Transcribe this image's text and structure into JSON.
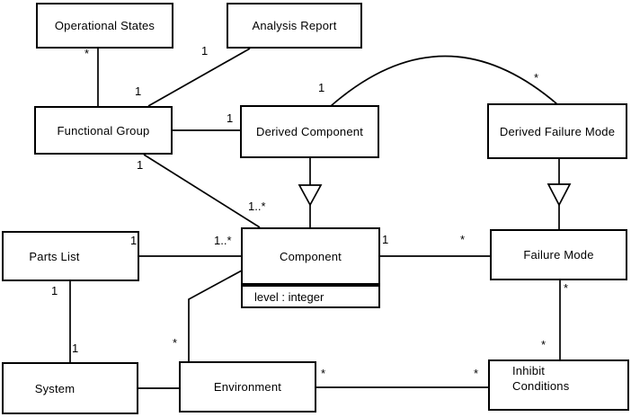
{
  "diagram": {
    "type": "uml-class-diagram",
    "colors": {
      "background": "#ffffff",
      "line": "#000000",
      "text": "#000000"
    },
    "classes": [
      {
        "name": "Operational States",
        "attributes": []
      },
      {
        "name": "Analysis Report",
        "attributes": []
      },
      {
        "name": "Functional Group",
        "attributes": []
      },
      {
        "name": "Derived Component",
        "attributes": []
      },
      {
        "name": "Derived Failure Mode",
        "attributes": []
      },
      {
        "name": "Component",
        "attributes": [
          "level : integer"
        ]
      },
      {
        "name": "Failure Mode",
        "attributes": []
      },
      {
        "name": "Parts List",
        "attributes": []
      },
      {
        "name": "System",
        "attributes": []
      },
      {
        "name": "Environment",
        "attributes": []
      },
      {
        "name": "Inhibit Conditions",
        "attributes": []
      }
    ],
    "associations": [
      {
        "from": "Operational States",
        "to": "Functional Group",
        "from_mult": "*"
      },
      {
        "from": "Analysis Report",
        "to": "Functional Group",
        "from_mult": "1",
        "to_mult": "1"
      },
      {
        "from": "Functional Group",
        "to": "Derived Component",
        "to_mult": "1"
      },
      {
        "from": "Derived Component",
        "to": "Derived Failure Mode",
        "from_mult": "1",
        "to_mult": "*",
        "shape": "arc"
      },
      {
        "from": "Functional Group",
        "to": "Component",
        "from_mult": "1",
        "to_mult": "1..*"
      },
      {
        "from": "Parts List",
        "to": "Component",
        "from_mult": "1",
        "to_mult": "1..*"
      },
      {
        "from": "Component",
        "to": "Failure Mode",
        "from_mult": "1",
        "to_mult": "*"
      },
      {
        "from": "Parts List",
        "to": "System",
        "from_mult": "1",
        "to_mult": "1"
      },
      {
        "from": "System",
        "to": "Environment"
      },
      {
        "from": "Component",
        "to": "Environment",
        "to_mult": "*"
      },
      {
        "from": "Environment",
        "to": "Inhibit Conditions",
        "from_mult": "*",
        "to_mult": "*"
      },
      {
        "from": "Failure Mode",
        "to": "Inhibit Conditions",
        "from_mult": "*",
        "to_mult": "*"
      }
    ],
    "generalizations": [
      {
        "child": "Derived Component",
        "parent": "Component"
      },
      {
        "child": "Derived Failure Mode",
        "parent": "Failure Mode"
      }
    ]
  }
}
